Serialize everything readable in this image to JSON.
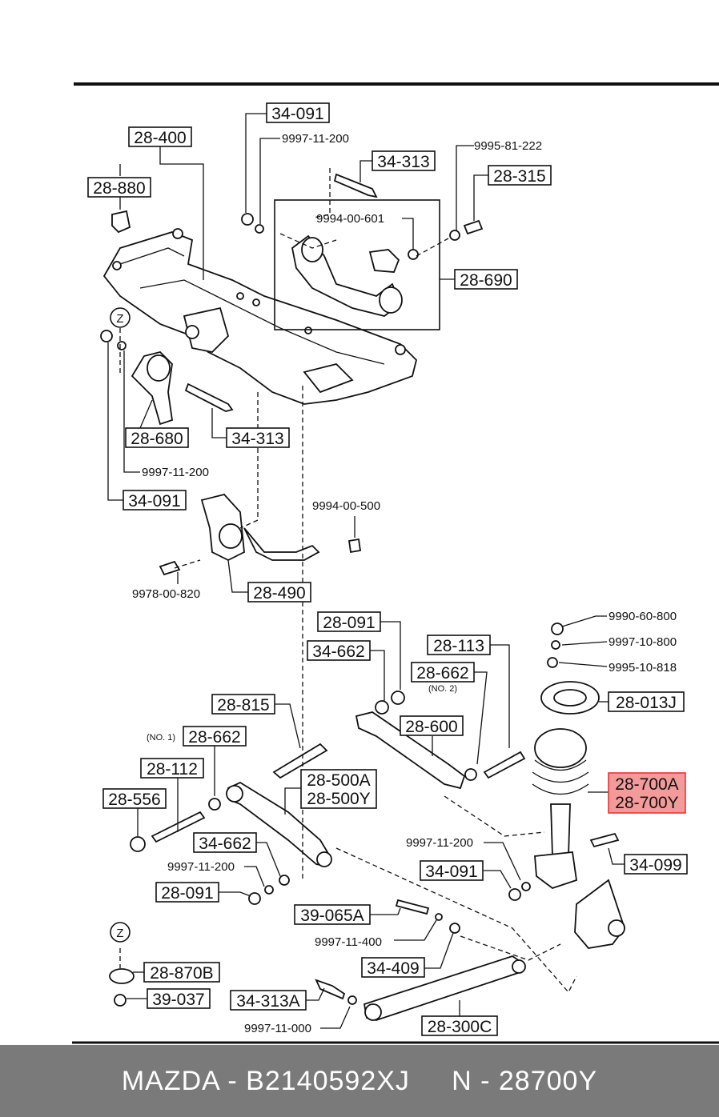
{
  "labels": {
    "p28400": "28-400",
    "p28880": "28-880",
    "p34091_top": "34-091",
    "p34313_top": "34-313",
    "p28315": "28-315",
    "p28690": "28-690",
    "p28680": "28-680",
    "p34313_mid": "34-313",
    "p34091_mid": "34-091",
    "p28490": "28-490",
    "p28091_a": "28-091",
    "p34662_a": "34-662",
    "p28113": "28-113",
    "p28662_no2": "28-662",
    "p28815": "28-815",
    "p28600": "28-600",
    "p28013j": "28-013J",
    "p28662_no1": "28-662",
    "p28112": "28-112",
    "p28500a": "28-500A",
    "p28500y": "28-500Y",
    "p28700a": "28-700A",
    "p28700y": "28-700Y",
    "p28556": "28-556",
    "p34662_b": "34-662",
    "p34091_b": "34-091",
    "p34099": "34-099",
    "p28091_b": "28-091",
    "p39065a": "39-065A",
    "p34409": "34-409",
    "p28870b": "28-870B",
    "p39037": "39-037",
    "p34313a": "34-313A",
    "p28300c": "28-300C"
  },
  "small_labels": {
    "s9997_11_200_a": "9997-11-200",
    "s9995_81_222": "9995-81-222",
    "s9994_00_601": "9994-00-601",
    "s9997_11_200_b": "9997-11-200",
    "s9994_00_500": "9994-00-500",
    "s9978_00_820": "9978-00-820",
    "s9990_60_800": "9990-60-800",
    "s9997_10_800": "9997-10-800",
    "s9995_10_818": "9995-10-818",
    "s9997_11_200_c": "9997-11-200",
    "s9997_11_200_d": "9997-11-200",
    "s9997_11_400": "9997-11-400",
    "s9997_11_000": "9997-11-000"
  },
  "notes": {
    "no1": "(NO. 1)",
    "no2": "(NO. 2)",
    "z_top": "Z",
    "z_bottom": "Z"
  },
  "highlight_color": "#f39a9a",
  "footer": {
    "text": "MAZDA - B2140592XJ     N - 28700Y"
  }
}
